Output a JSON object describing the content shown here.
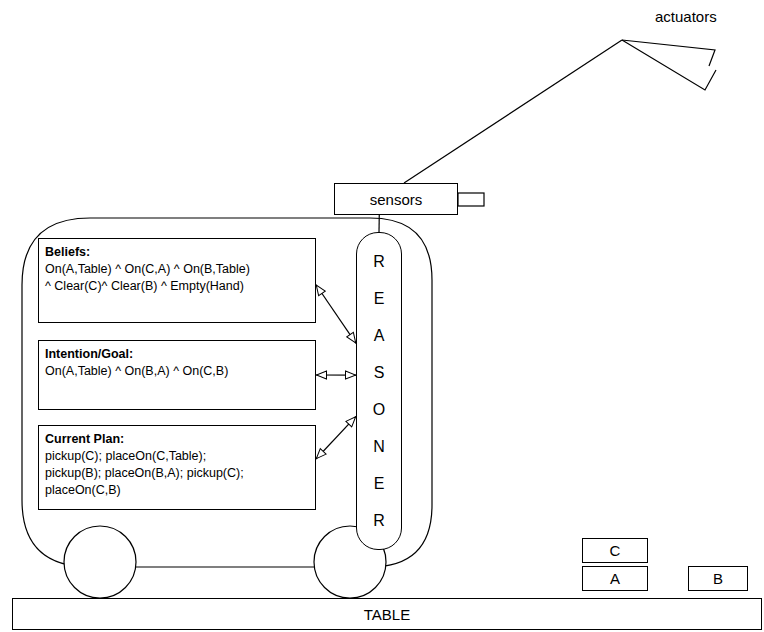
{
  "diagram": {
    "nodes": [
      {
        "text": [
          "sensors"
        ]
      },
      {
        "text": [
          "Beliefs:",
          "On(A,Table) ^ On(C,A) ^ On(B,Table) ^ Clear(C)^ Clear(B) ^ Empty(Hand)"
        ]
      },
      {
        "text": [
          "Intention/Goal:",
          "On(A,Table) ^ On(B,A) ^ On(C,B)"
        ]
      },
      {
        "text": [
          "Current Plan:",
          "pickup(C); placeOn(C,Table); pickup(B); placeOn(B,A); pickup(C); placeOn(C,B)"
        ]
      },
      {
        "text": [
          "REASONER"
        ]
      },
      {
        "text": [
          "C"
        ]
      },
      {
        "text": [
          "A"
        ]
      },
      {
        "text": [
          "B"
        ]
      },
      {
        "text": [
          "TABLE"
        ]
      }
    ],
    "edges": [
      {
        "from": 1,
        "to": 4,
        "arrow": "both"
      },
      {
        "from": 2,
        "to": 4,
        "arrow": "both"
      },
      {
        "from": 3,
        "to": 4,
        "arrow": "both"
      },
      {
        "from": 4,
        "to": 0,
        "arrow": "none"
      }
    ],
    "labels": [
      "actuators"
    ]
  }
}
